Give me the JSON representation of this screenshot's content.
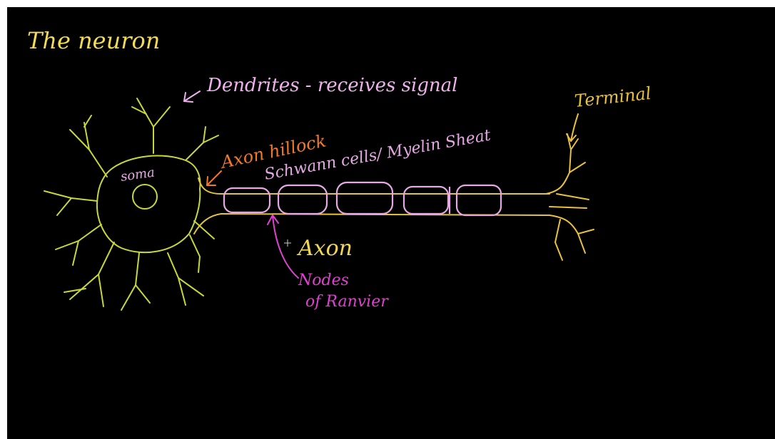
{
  "diagram": {
    "title": "The neuron",
    "labels": {
      "dendrites": "Dendrites - receives signal",
      "terminal": "Terminal",
      "axon_hillock": "Axon hillock",
      "schwann": "Schwann cells/ Myelin Sheat",
      "soma": "soma",
      "axon": "Axon",
      "nodes_line1": "Nodes",
      "nodes_line2": "of Ranvier"
    }
  },
  "colors": {
    "background": "#000000",
    "title": "#f2dc55",
    "neuron": "#c8d838",
    "axon_line": "#e2c440",
    "myelin": "#e8a8e6",
    "hillock": "#f07a28",
    "nodes": "#e040d0",
    "terminal": "#e9c040",
    "dendrite_label": "#f0b2ee",
    "axon_label": "#f2d655"
  }
}
